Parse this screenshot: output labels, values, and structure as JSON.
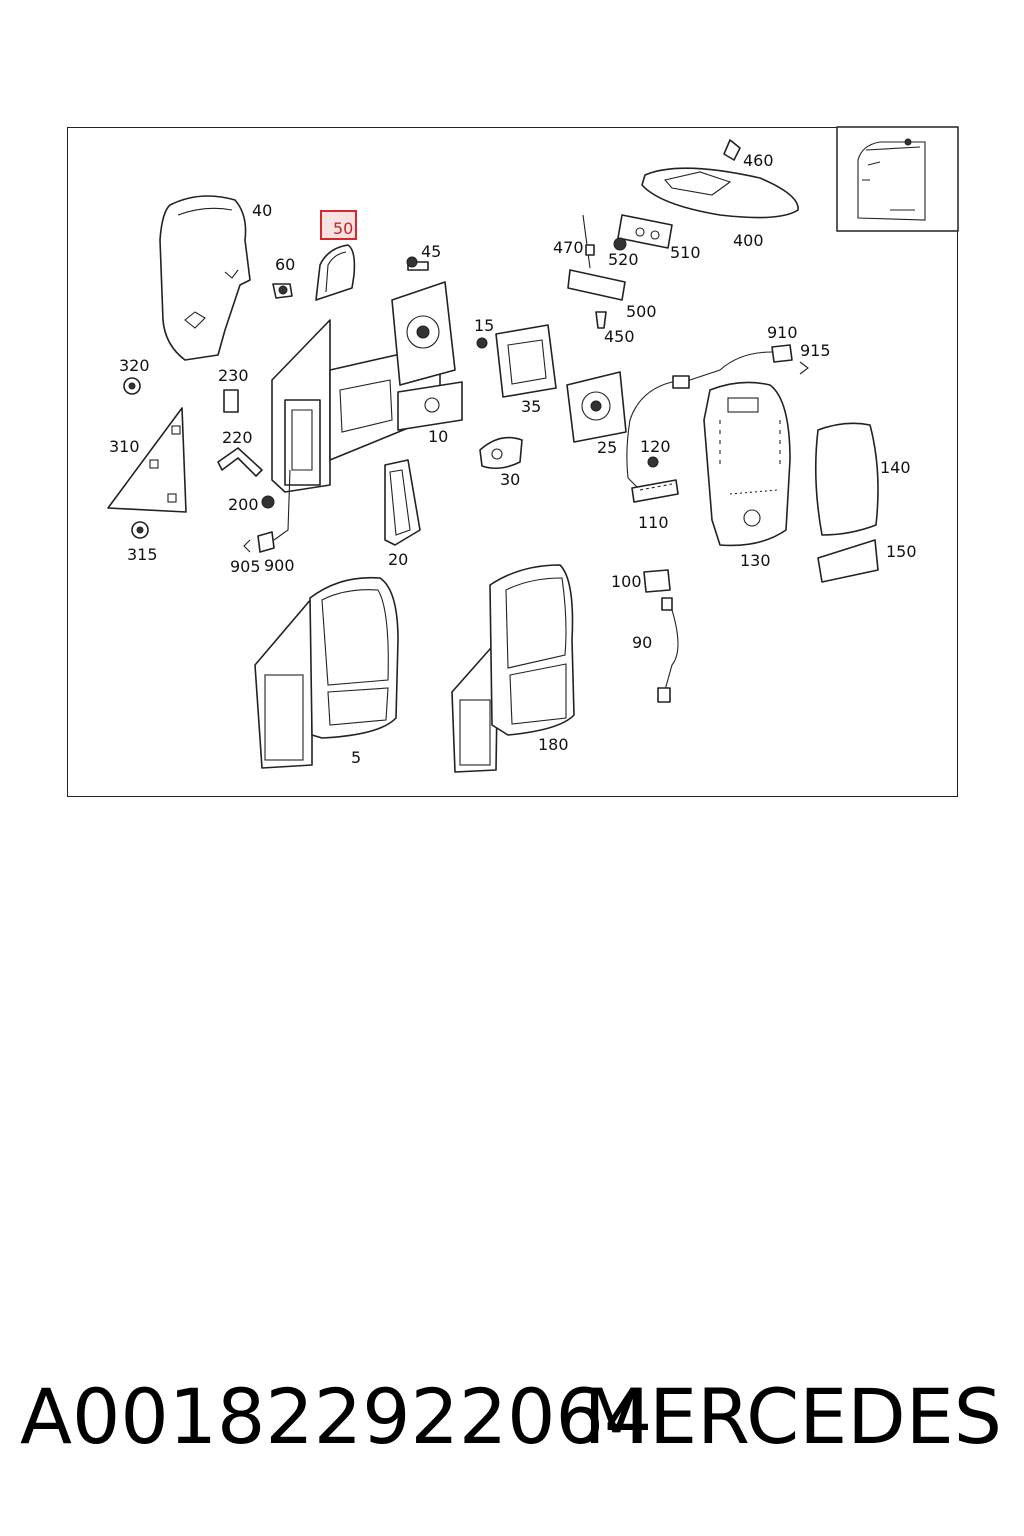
{
  "diagram": {
    "highlighted_part": "50",
    "part_labels": {
      "p40": "40",
      "p50": "50",
      "p60": "60",
      "p45": "45",
      "p470": "470",
      "p520": "520",
      "p510": "510",
      "p400": "400",
      "p460": "460",
      "p500": "500",
      "p450": "450",
      "p15": "15",
      "p910": "910",
      "p915": "915",
      "p320": "320",
      "p230": "230",
      "p220": "220",
      "p310": "310",
      "p200": "200",
      "p10": "10",
      "p35": "35",
      "p25": "25",
      "p120": "120",
      "p30": "30",
      "p140": "140",
      "p110": "110",
      "p130": "130",
      "p150": "150",
      "p315": "315",
      "p905": "905",
      "p900": "900",
      "p20": "20",
      "p100": "100",
      "p90": "90",
      "p5": "5",
      "p180": "180"
    },
    "colors": {
      "highlight_stroke": "#d9262b",
      "highlight_fill": "#f6e2e2",
      "line": "#222222"
    }
  },
  "footer": {
    "part_number": "A001822922064",
    "brand": "MERCEDES"
  }
}
